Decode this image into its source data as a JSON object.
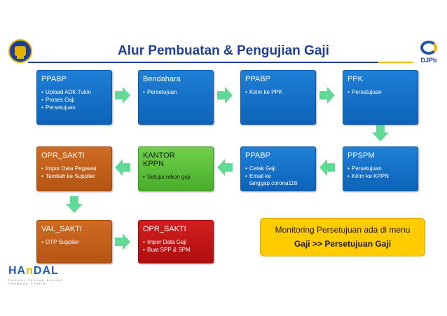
{
  "title": "Alur Pembuatan & Pengujian Gaji",
  "logos": {
    "djpb_text": "DJPb",
    "handal_prefix": "HA",
    "handal_n": "n",
    "handal_mid": "DA",
    "handal_suffix": "L",
    "handal_tagline": "Handal  Tuntas  Akurat  Lengkap  Tertib"
  },
  "colors": {
    "title": "#1f3f99",
    "step_blue": "#0d63b8",
    "step_orange": "#b55515",
    "step_green": "#48ad2b",
    "step_red": "#b00e0e",
    "arrow": "#2ecc71",
    "highlight": "#ffcc00"
  },
  "steps": [
    {
      "title": "PPABP",
      "items": [
        "Upload ADK Tukin",
        "Proses Gaji",
        "Persetujuan"
      ]
    },
    {
      "title": "Bendahara",
      "items": [
        "Persetujuan"
      ]
    },
    {
      "title": "PPABP",
      "items": [
        "Kirim ke PPK"
      ]
    },
    {
      "title": "PPK",
      "items": [
        "Persetujuan"
      ]
    },
    {
      "title": "PPSPM",
      "items": [
        "Persetujuan",
        "Kirim ke KPPN"
      ]
    },
    {
      "title": "PPABP",
      "items": [
        "Cetak Gaji",
        "Email ke tanggap.corona116"
      ]
    },
    {
      "title": "KANTOR\nKPPN",
      "items": [
        "Setujui rekon gaji"
      ]
    },
    {
      "title": "OPR_SAKTI",
      "items": [
        "Impor Data Pegawai",
        "Tambah ke Supplier"
      ]
    },
    {
      "title": "VAL_SAKTI",
      "items": [
        "OTP Supplier"
      ]
    },
    {
      "title": "OPR_SAKTI",
      "items": [
        "Impor Data Gaji",
        "Buat SPP & SPM"
      ]
    }
  ],
  "monitoring": {
    "line1": "Monitoring Persetujuan ada di menu",
    "line2": "Gaji >> Persetujuan Gaji"
  }
}
